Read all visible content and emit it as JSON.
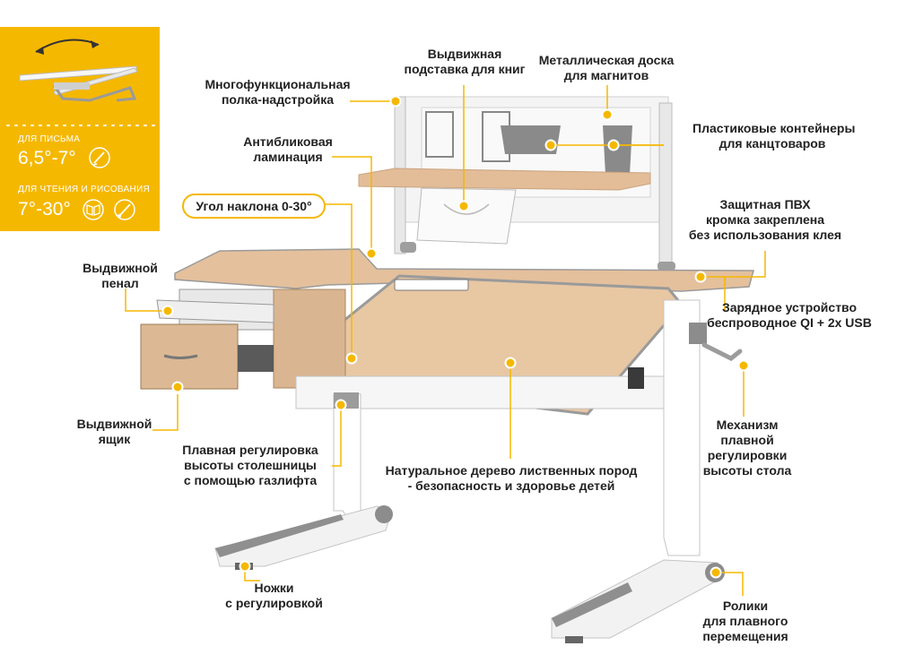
{
  "colors": {
    "accent": "#f5b800",
    "wood": "#e5c4a2",
    "frame": "#f2f2f2",
    "gray": "#8c8c8c"
  },
  "info_panel": {
    "writing_label": "ДЛЯ ПИСЬМА",
    "writing_angle": "6,5°-7°",
    "reading_label": "ДЛЯ ЧТЕНИЯ И РИСОВАНИЯ",
    "reading_angle": "7°-30°",
    "icons": [
      "rotate-arrow-icon",
      "pen-icon",
      "book-icon",
      "brush-icon"
    ]
  },
  "tilt_pill": "Угол наклона 0-30°",
  "callouts": {
    "shelf": [
      "Многофункциональная",
      "полка-надстройка"
    ],
    "book_stand": [
      "Выдвижная",
      "подставка для книг"
    ],
    "magnet_board": [
      "Металлическая доска",
      "для магнитов"
    ],
    "containers": [
      "Пластиковые контейнеры",
      "для канцтоваров"
    ],
    "laminate": [
      "Антибликовая",
      "ламинация"
    ],
    "pvc_edge": [
      "Защитная ПВХ",
      "кромка закреплена",
      "без использования клея"
    ],
    "pencil_case": [
      "Выдвижной",
      "пенал"
    ],
    "charger": [
      "Зарядное устройство",
      "беспроводное QI + 2x USB"
    ],
    "drawer": [
      "Выдвижной",
      "ящик"
    ],
    "mechanism": [
      "Механизм",
      "плавной",
      "регулировки",
      "высоты стола"
    ],
    "gas_lift": [
      "Плавная регулировка",
      "высоты столешницы",
      "с помощью газлифта"
    ],
    "wood": [
      "Натуральное дерево лиственных пород",
      "- безопасность и здоровье детей"
    ],
    "feet": [
      "Ножки",
      "с регулировкой"
    ],
    "casters": [
      "Ролики",
      "для плавного",
      "перемещения"
    ]
  }
}
